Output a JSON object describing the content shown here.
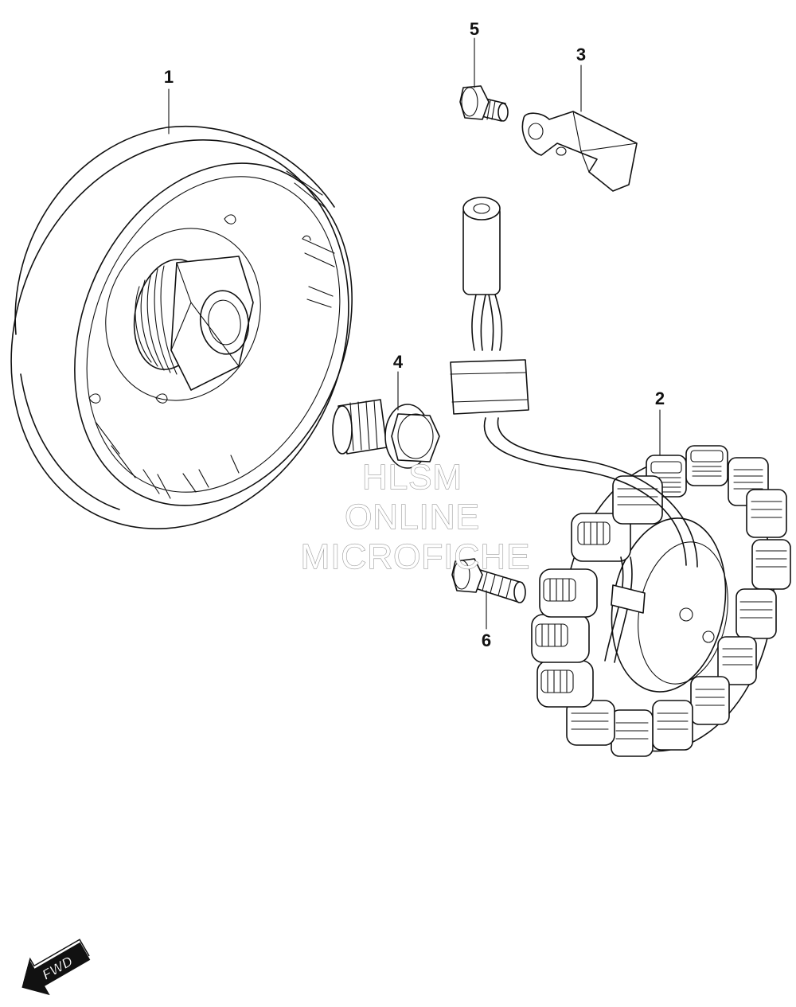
{
  "callouts": {
    "part_1": "1",
    "part_2": "2",
    "part_3": "3",
    "part_4": "4",
    "part_5": "5",
    "part_6": "6"
  },
  "watermark": {
    "line1": "HLSM",
    "line2": "ONLINE",
    "line3": "MICROFICHE"
  },
  "direction_marker": {
    "label": "FWD"
  }
}
